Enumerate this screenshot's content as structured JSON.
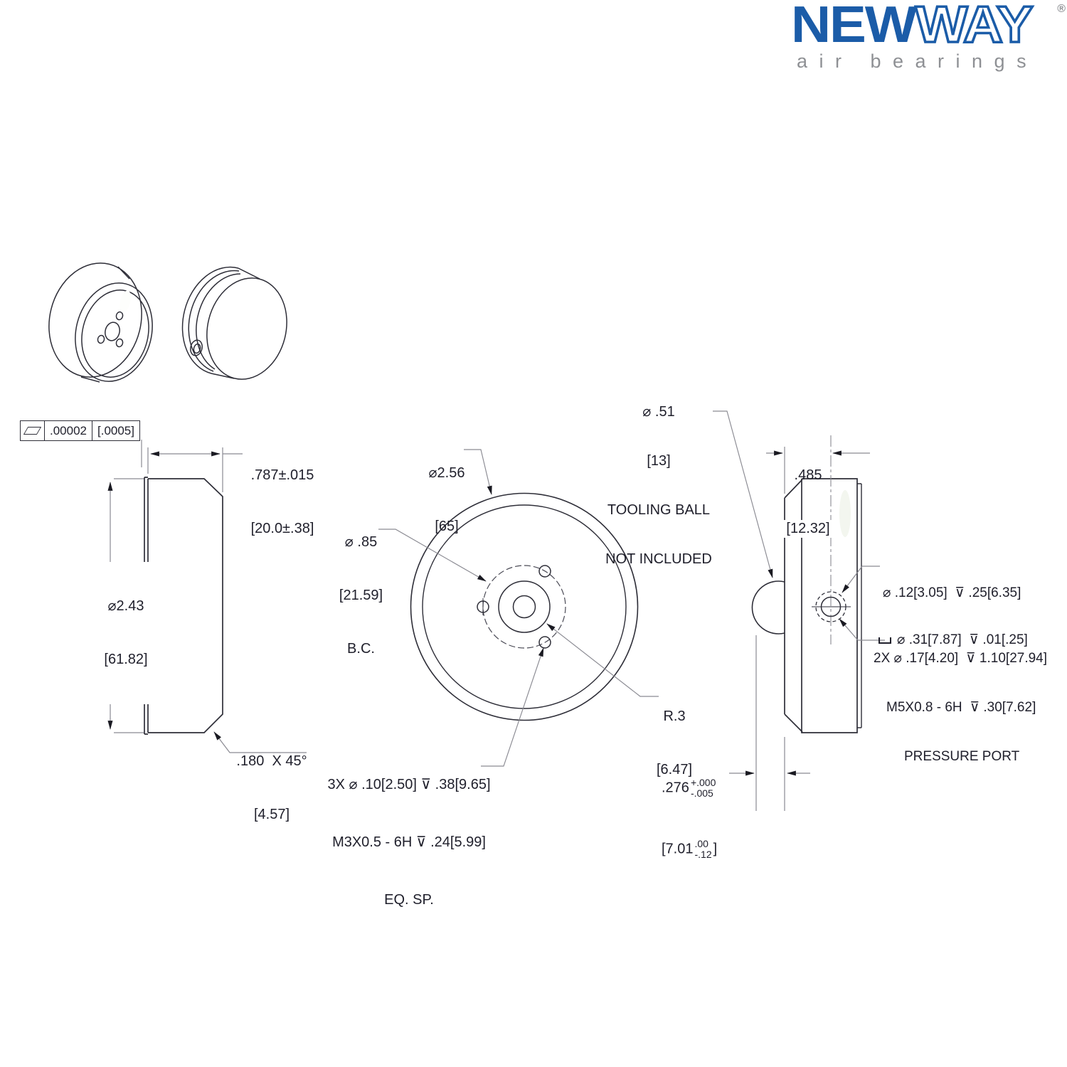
{
  "logo": {
    "word_part1": "NEW",
    "word_part2": "WAY",
    "registered_mark": "®",
    "tagline": "air bearings"
  },
  "colors": {
    "brand_blue": "#1B5CA8",
    "tagline_gray": "#8E9094",
    "line_dark": "#2E2E38",
    "dimension_gray": "#8A8A92",
    "text_ink": "#1F1F2B",
    "paper": "#FFFFFF"
  },
  "flatness_callout": {
    "symbol": "flatness",
    "value_in": ".00002",
    "value_mm": "[.0005]"
  },
  "left_side_view": {
    "thickness_dim_in": ".787±.015",
    "thickness_dim_mm": "[20.0±.38]",
    "outer_diameter_in": "⌀2.43",
    "outer_diameter_mm": "[61.82]",
    "chamfer_in": ".180  X 45°",
    "chamfer_mm": "[4.57]"
  },
  "front_view": {
    "outer_diameter_in": "⌀2.56",
    "outer_diameter_mm": "[65]",
    "bolt_circle_in": "⌀ .85",
    "bolt_circle_mm": "[21.59]",
    "bolt_circle_suffix": "B.C.",
    "fillet_radius_in": "R.3",
    "fillet_radius_mm": "[6.47]",
    "mounting_holes_note": {
      "line1": "3X ⌀ .10[2.50] ⊽ .38[9.65]",
      "line2": "M3X0.5 - 6H ⊽ .24[5.99]",
      "line3": "EQ. SP."
    }
  },
  "tooling_ball_note": {
    "dia_in": "⌀ .51",
    "dia_mm": "[13]",
    "line1": "TOOLING BALL",
    "line2": "NOT INCLUDED"
  },
  "right_side_view": {
    "port_offset_in": ".485",
    "port_offset_mm": "[12.32]",
    "counterbore_note": {
      "line1": "⌀ .12[3.05]  ⊽ .25[6.35]",
      "line2": "⌀ .31[7.87]  ⊽ .01[.25]"
    },
    "pressure_port_note": {
      "line1": "2X ⌀ .17[4.20]  ⊽ 1.10[27.94]",
      "line2": "M5X0.8 - 6H  ⊽ .30[7.62]",
      "line3": "PRESSURE PORT"
    },
    "protrusion_dim": {
      "in_value": ".276",
      "in_plus": "+.000",
      "in_minus": "-.005",
      "mm_open": "[7.01",
      "mm_plus": ".00",
      "mm_minus": "-.12",
      "mm_close": "]"
    }
  }
}
